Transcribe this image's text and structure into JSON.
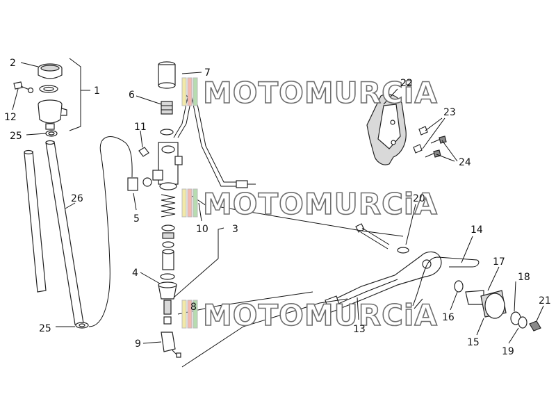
{
  "watermark": {
    "text": "MOTOMURCiA"
  },
  "callouts": {
    "c1": "1",
    "c2": "2",
    "c3": "3",
    "c4": "4",
    "c5": "5",
    "c6": "6",
    "c7": "7",
    "c8": "8",
    "c9": "9",
    "c10": "10",
    "c11": "11",
    "c12": "12",
    "c13": "13",
    "c14": "14",
    "c15": "15",
    "c16": "16",
    "c17": "17",
    "c18": "18",
    "c19": "19",
    "c20": "20",
    "c21": "21",
    "c22": "22",
    "c23": "23",
    "c24": "24",
    "c25a": "25",
    "c25b": "25",
    "c26": "26"
  }
}
